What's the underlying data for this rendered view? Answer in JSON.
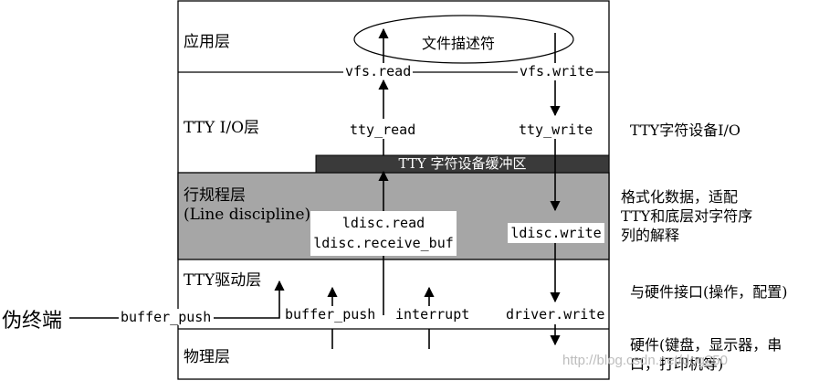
{
  "layers": {
    "app": "应用层",
    "tty_io": "TTY I/O层",
    "line_discipline": "行规程层",
    "line_discipline_en": "(Line discipline)",
    "tty_driver": "TTY驱动层",
    "physical": "物理层"
  },
  "file_descriptor": "文件描述符",
  "buffer_bar": "TTY 字符设备缓冲区",
  "functions": {
    "vfs_read": "vfs.read",
    "vfs_write": "vfs.write",
    "tty_read": "tty_read",
    "tty_write": "tty_write",
    "ldisc_read": "ldisc.read",
    "ldisc_receive_buf": "ldisc.receive_buf",
    "ldisc_write": "ldisc.write",
    "buffer_push_left": "buffer_push",
    "buffer_push": "buffer_push",
    "interrupt": "interrupt",
    "driver_write": "driver.write"
  },
  "pseudo_terminal": "伪终端",
  "side_notes": {
    "tty_char_device": "TTY字符设备I/O",
    "line_discipline_desc": [
      "格式化数据，适配",
      "TTY和底层对字符序",
      "列的解释"
    ],
    "driver_desc": "与硬件接口(操作，配置)",
    "hardware_desc": [
      "硬件(键盘，显示器，串",
      "口，打印机等)"
    ]
  },
  "watermark": "http://blog.csdn.net/dog250",
  "colors": {
    "line_discipline_bg": "#a6a6a6",
    "buffer_bar_bg": "#3a3a3a",
    "line": "#000000"
  }
}
